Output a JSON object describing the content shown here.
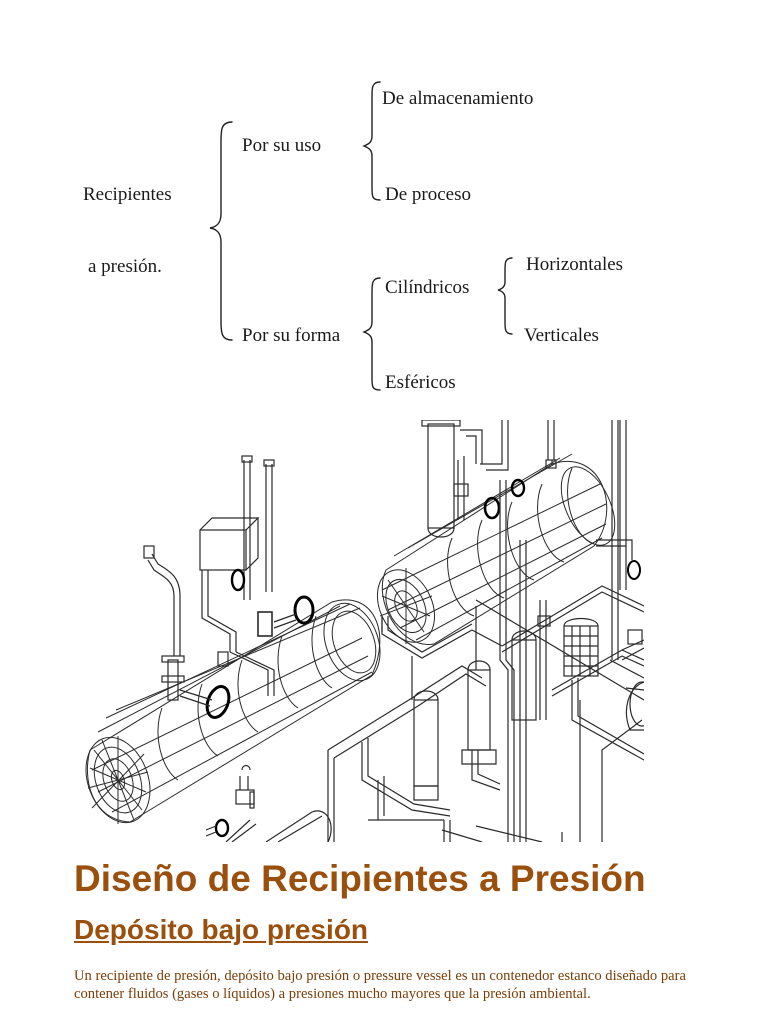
{
  "classification": {
    "root_line1": "Recipientes",
    "root_line2": "a presión.",
    "by_use": {
      "label": "Por su uso",
      "items": [
        "De almacenamiento",
        "De proceso"
      ]
    },
    "by_shape": {
      "label": "Por su forma",
      "cylindrical": {
        "label": "Cilíndricos",
        "items": [
          "Horizontales",
          "Verticales"
        ]
      },
      "spherical": "Esféricos"
    }
  },
  "figure": {
    "subject": "pressure-vessel-wireframe"
  },
  "heading": "Diseño de Recipientes a Presión",
  "subheading": "Depósito bajo presión",
  "body_text": "Un recipiente de presión, depósito bajo presión o pressure vessel es un contenedor estanco diseñado para contener fluidos (gases o líquidos) a presiones mucho mayores que la presión ambiental.",
  "colors": {
    "heading": "#9a4f0d",
    "body": "#7a3e09",
    "diagram_text": "#1a1a1a"
  }
}
